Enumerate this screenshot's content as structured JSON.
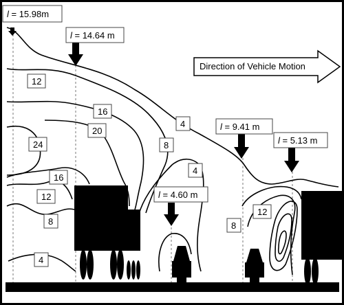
{
  "direction_label": "Direction of Vehicle Motion",
  "distances": {
    "d1": {
      "sym": "l",
      "val": " = 15.98m"
    },
    "d2": {
      "sym": "l",
      "val": " = 14.64 m"
    },
    "d3": {
      "sym": "l",
      "val": " = 9.41 m"
    },
    "d4": {
      "sym": "l",
      "val": " = 5.13 m"
    },
    "d5": {
      "sym": "l",
      "val": " = 4.60 m"
    }
  },
  "contour_labels": {
    "c1": "12",
    "c2": "16",
    "c3": "20",
    "c4": "24",
    "c5": "4",
    "c6": "8",
    "c7": "16",
    "c8": "4",
    "c9": "12",
    "c10": "8",
    "c11": "4",
    "c12": "8",
    "c13": "12"
  }
}
